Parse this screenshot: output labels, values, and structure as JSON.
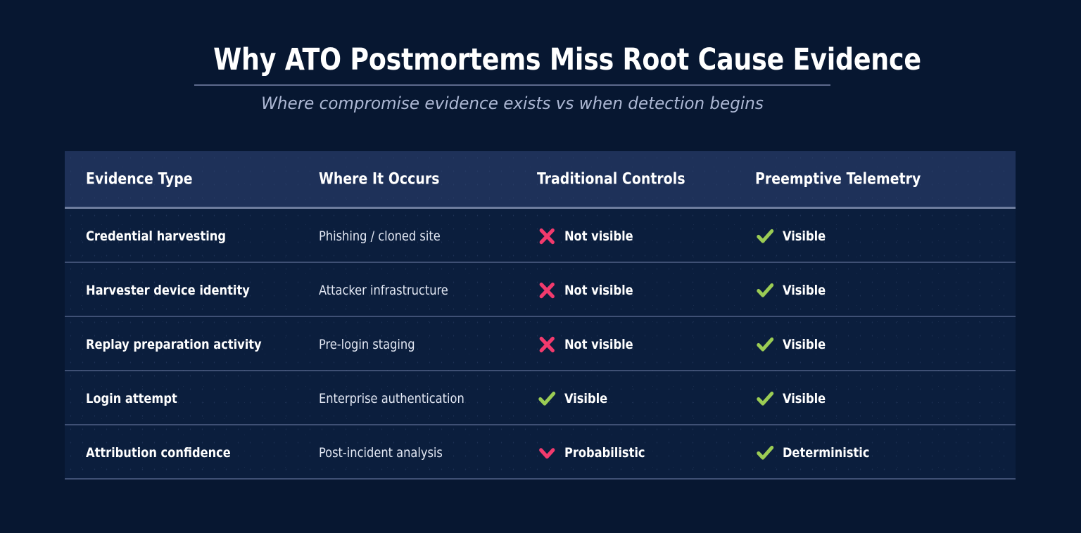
{
  "header": {
    "title": "Why ATO Postmortems Miss Root Cause Evidence",
    "subtitle": "Where compromise evidence exists vs when detection begins"
  },
  "colors": {
    "background": "#071731",
    "table_body": "#0b1e3d",
    "table_header": "#1e3159",
    "negative": "#f23a6d",
    "positive": "#9bcc54",
    "title_text": "#ffffff",
    "subtitle_text": "#adb8d4",
    "separator": "#6f7fa6"
  },
  "table": {
    "columns": [
      {
        "key": "evidence_type",
        "label": "Evidence Type"
      },
      {
        "key": "where_it_occurs",
        "label": "Where It Occurs"
      },
      {
        "key": "traditional_controls",
        "label": "Traditional Controls"
      },
      {
        "key": "preemptive_telemetry",
        "label": "Preemptive Telemetry"
      }
    ],
    "rows": [
      {
        "evidence_type": "Credential harvesting",
        "where_it_occurs": "Phishing / cloned site",
        "traditional_controls": {
          "icon": "cross-icon",
          "label": "Not visible",
          "state": "negative"
        },
        "preemptive_telemetry": {
          "icon": "check-icon",
          "label": "Visible",
          "state": "positive"
        }
      },
      {
        "evidence_type": "Harvester device identity",
        "where_it_occurs": "Attacker infrastructure",
        "traditional_controls": {
          "icon": "cross-icon",
          "label": "Not visible",
          "state": "negative"
        },
        "preemptive_telemetry": {
          "icon": "check-icon",
          "label": "Visible",
          "state": "positive"
        }
      },
      {
        "evidence_type": "Replay preparation activity",
        "where_it_occurs": "Pre-login staging",
        "traditional_controls": {
          "icon": "cross-icon",
          "label": "Not visible",
          "state": "negative"
        },
        "preemptive_telemetry": {
          "icon": "check-icon",
          "label": "Visible",
          "state": "positive"
        }
      },
      {
        "evidence_type": "Login attempt",
        "where_it_occurs": "Enterprise authentication",
        "traditional_controls": {
          "icon": "check-icon",
          "label": "Visible",
          "state": "positive"
        },
        "preemptive_telemetry": {
          "icon": "check-icon",
          "label": "Visible",
          "state": "positive"
        }
      },
      {
        "evidence_type": "Attribution confidence",
        "where_it_occurs": "Post-incident analysis",
        "traditional_controls": {
          "icon": "chevron-down-icon",
          "label": "Probabilistic",
          "state": "negative"
        },
        "preemptive_telemetry": {
          "icon": "check-icon",
          "label": "Deterministic",
          "state": "positive"
        }
      }
    ]
  }
}
